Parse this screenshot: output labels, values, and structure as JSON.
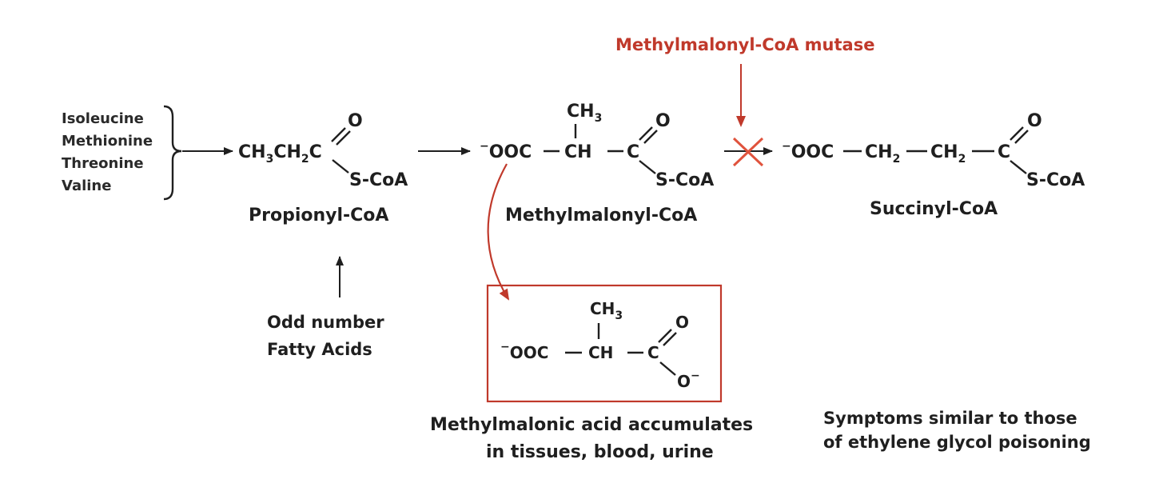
{
  "enzyme": {
    "label": "Methylmalonyl-CoA mutase",
    "color": "#c0392b"
  },
  "amino_acids": [
    "Isoleucine",
    "Methionine",
    "Threonine",
    "Valine"
  ],
  "propionyl": {
    "ch3": "CH",
    "ch3_sub": "3",
    "ch2": "CH",
    "ch2_sub": "2",
    "c": "C",
    "o": "O",
    "scoa": "S-CoA",
    "name": "Propionyl-CoA"
  },
  "methylmalonyl": {
    "charge": "−",
    "ooc": "OOC",
    "ch": "CH",
    "c": "C",
    "top": "CH",
    "top_sub": "3",
    "o": "O",
    "scoa": "S-CoA",
    "name": "Methylmalonyl-CoA"
  },
  "succinyl": {
    "charge": "−",
    "ooc": "OOC",
    "ch2a": "CH",
    "ch2a_sub": "2",
    "ch2b": "CH",
    "ch2b_sub": "2",
    "c": "C",
    "o": "O",
    "scoa": "S-CoA",
    "name": "Succinyl-CoA"
  },
  "fatty_acids": {
    "line1": "Odd number",
    "line2": "Fatty Acids"
  },
  "acid": {
    "charge": "−",
    "ooc": "OOC",
    "ch": "CH",
    "c": "C",
    "top": "CH",
    "top_sub": "3",
    "o": "O",
    "o_minus": "O",
    "o_minus_charge": "−",
    "line1": "Methylmalonic acid accumulates",
    "line2": "in tissues, blood, urine"
  },
  "symptoms": {
    "line1": "Symptoms similar to those",
    "line2": "of ethylene glycol poisoning"
  },
  "block_color": "#e0533d"
}
